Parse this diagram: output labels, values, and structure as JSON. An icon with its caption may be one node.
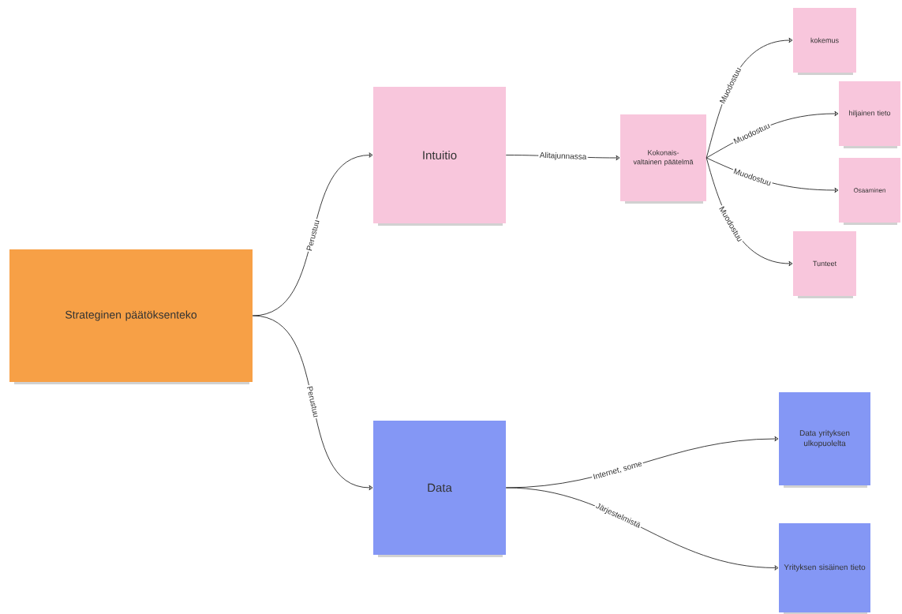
{
  "diagram": {
    "nodes": [
      {
        "text": [
          "Strateginen päätöksenteko"
        ]
      },
      {
        "text": [
          "Intuitio"
        ]
      },
      {
        "text": [
          "Kokonais-valtainen päätelmä"
        ]
      },
      {
        "text": [
          "kokemus"
        ]
      },
      {
        "text": [
          "hiljainen tieto"
        ]
      },
      {
        "text": [
          "Osaaminen"
        ]
      },
      {
        "text": [
          "Tunteet"
        ]
      },
      {
        "text": [
          "Data"
        ]
      },
      {
        "text": [
          "Data yrityksen ulkopuolelta"
        ]
      },
      {
        "text": [
          "Yrityksen sisäinen tieto"
        ]
      }
    ],
    "edges": [
      {
        "from": 0,
        "to": 1,
        "arrow": "to",
        "label": "Perustuu"
      },
      {
        "from": 0,
        "to": 7,
        "arrow": "to",
        "label": "Perustuu"
      },
      {
        "from": 1,
        "to": 2,
        "arrow": "to",
        "label": "Alitajunnassa"
      },
      {
        "from": 2,
        "to": 3,
        "arrow": "to",
        "label": "Muodostuu"
      },
      {
        "from": 2,
        "to": 4,
        "arrow": "to",
        "label": "Muodostuu"
      },
      {
        "from": 2,
        "to": 5,
        "arrow": "to",
        "label": "Muodostuu"
      },
      {
        "from": 2,
        "to": 6,
        "arrow": "to",
        "label": "Muodostuu"
      },
      {
        "from": 7,
        "to": 8,
        "arrow": "to",
        "label": "Internet, some"
      },
      {
        "from": 7,
        "to": 9,
        "arrow": "to",
        "label": "Järjestelmistä"
      }
    ]
  }
}
